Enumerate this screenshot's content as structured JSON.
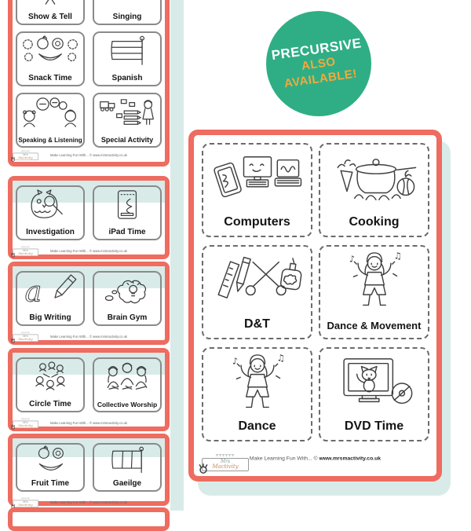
{
  "colors": {
    "coral": "#ee6c60",
    "mint": "#d8ebe9",
    "badge_green": "#2fae85",
    "badge_yellow": "#f3a93c",
    "card_border_gray": "#8a8a8a",
    "label_black": "#141414"
  },
  "badge": {
    "title": "PRECURSIVE",
    "line2": "ALSO",
    "line3": "AVAILABLE!"
  },
  "brand": {
    "name_line1": "Mrs",
    "name_line2": "Mactivity",
    "credit_prefix": "Make Learning Fun With... ©",
    "url": "www.mrsmactivity.co.uk",
    "credit_full": "Make Learning Fun With... © www.mrsmactivity.co.uk"
  },
  "left_column": {
    "sheets": [
      {
        "cards": [
          {
            "label": "Show & Tell",
            "icon": "show-and-tell-icon"
          },
          {
            "label": "Singing",
            "icon": "singing-icon"
          },
          {
            "label": "Snack Time",
            "icon": "snack-time-icon"
          },
          {
            "label": "Spanish",
            "icon": "spanish-flag-icon"
          },
          {
            "label": "Speaking & Listening",
            "icon": "speaking-listening-icon"
          },
          {
            "label": "Special Activity",
            "icon": "special-activity-icon"
          }
        ]
      },
      {
        "cards": [
          {
            "label": "Investigation",
            "icon": "owl-magnifier-icon"
          },
          {
            "label": "iPad Time",
            "icon": "tablet-icon"
          }
        ]
      },
      {
        "cards": [
          {
            "label": "Big Writing",
            "icon": "cursive-a-pencil-icon"
          },
          {
            "label": "Brain Gym",
            "icon": "thought-bulb-icon"
          }
        ]
      },
      {
        "cards": [
          {
            "label": "Circle Time",
            "icon": "children-circle-icon"
          },
          {
            "label": "Collective Worship",
            "icon": "children-sitting-icon"
          }
        ]
      },
      {
        "cards": [
          {
            "label": "Fruit Time",
            "icon": "fruit-icon"
          },
          {
            "label": "Gaeilge",
            "icon": "irish-flag-icon"
          }
        ]
      }
    ]
  },
  "main_sheet": {
    "cards": [
      {
        "label": "Computers",
        "icon": "computers-icon"
      },
      {
        "label": "Cooking",
        "icon": "cooking-pot-icon"
      },
      {
        "label": "D&T",
        "icon": "craft-tools-icon"
      },
      {
        "label": "Dance & Movement",
        "icon": "dancing-girl-icon"
      },
      {
        "label": "Dance",
        "icon": "dancing-girl-icon"
      },
      {
        "label": "DVD Time",
        "icon": "tv-fox-icon"
      }
    ]
  }
}
